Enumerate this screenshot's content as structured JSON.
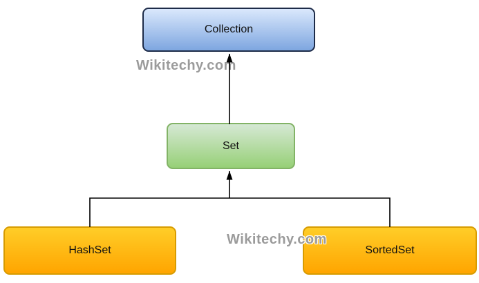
{
  "diagram": {
    "type": "class-hierarchy",
    "background": "#ffffff",
    "line_color": "#000000",
    "nodes": [
      {
        "id": "collection",
        "label": "Collection",
        "fill_top": "#dae8fc",
        "fill_bottom": "#7ea6e0",
        "border": "#1d2b48"
      },
      {
        "id": "set",
        "label": "Set",
        "fill_top": "#d5e8d4",
        "fill_bottom": "#97d077",
        "border": "#82b366"
      },
      {
        "id": "hashset",
        "label": "HashSet",
        "fill_top": "#ffcd28",
        "fill_bottom": "#ffa500",
        "border": "#d79b00"
      },
      {
        "id": "sortedset",
        "label": "SortedSet",
        "fill_top": "#ffcd28",
        "fill_bottom": "#ffa500",
        "border": "#d79b00"
      }
    ],
    "edges": [
      {
        "from": "Set",
        "to": "Collection",
        "arrow": "up"
      },
      {
        "from": "HashSet",
        "to": "Set",
        "arrow": "up"
      },
      {
        "from": "SortedSet",
        "to": "Set",
        "arrow": "up"
      }
    ],
    "watermarks": [
      {
        "text": "Wikitechy.com",
        "color": "#9b9b9b"
      },
      {
        "text": "Wikitechy.com",
        "color": "#9b9b9b"
      }
    ]
  }
}
